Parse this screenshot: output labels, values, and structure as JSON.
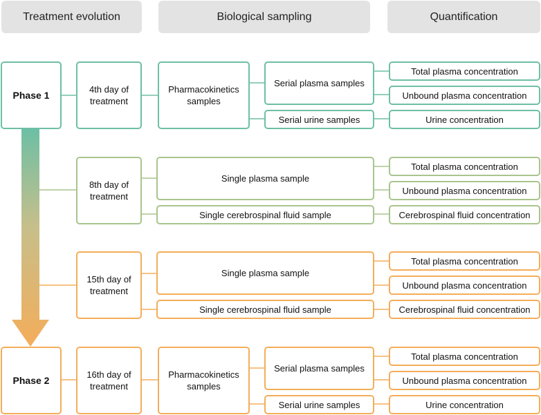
{
  "headers": {
    "treatment": "Treatment evolution",
    "sampling": "Biological sampling",
    "quantification": "Quantification"
  },
  "colors": {
    "phase1": "#6dbfa5",
    "mid": "#a9c48e",
    "phase2": "#f4ad5a",
    "header_bg": "#e3e3e3"
  },
  "phases": {
    "phase1": "Phase 1",
    "phase2": "Phase 2"
  },
  "day4": {
    "day": "4th day of treatment",
    "sample_type": "Pharmacokinetics samples",
    "plasma": "Serial plasma samples",
    "urine": "Serial urine samples",
    "total": "Total plasma concentration",
    "unbound": "Unbound plasma concentration",
    "urine_conc": "Urine concentration"
  },
  "day8": {
    "day": "8th day of treatment",
    "plasma": "Single plasma sample",
    "csf": "Single cerebrospinal fluid sample",
    "total": "Total plasma concentration",
    "unbound": "Unbound plasma concentration",
    "csf_conc": "Cerebrospinal fluid concentration"
  },
  "day15": {
    "day": "15th day of treatment",
    "plasma": "Single plasma sample",
    "csf": "Single cerebrospinal fluid sample",
    "total": "Total plasma concentration",
    "unbound": "Unbound plasma concentration",
    "csf_conc": "Cerebrospinal fluid concentration"
  },
  "day16": {
    "day": "16th day of treatment",
    "sample_type": "Pharmacokinetics samples",
    "plasma": "Serial plasma samples",
    "urine": "Serial urine samples",
    "total": "Total plasma concentration",
    "unbound": "Unbound plasma concentration",
    "urine_conc": "Urine concentration"
  }
}
